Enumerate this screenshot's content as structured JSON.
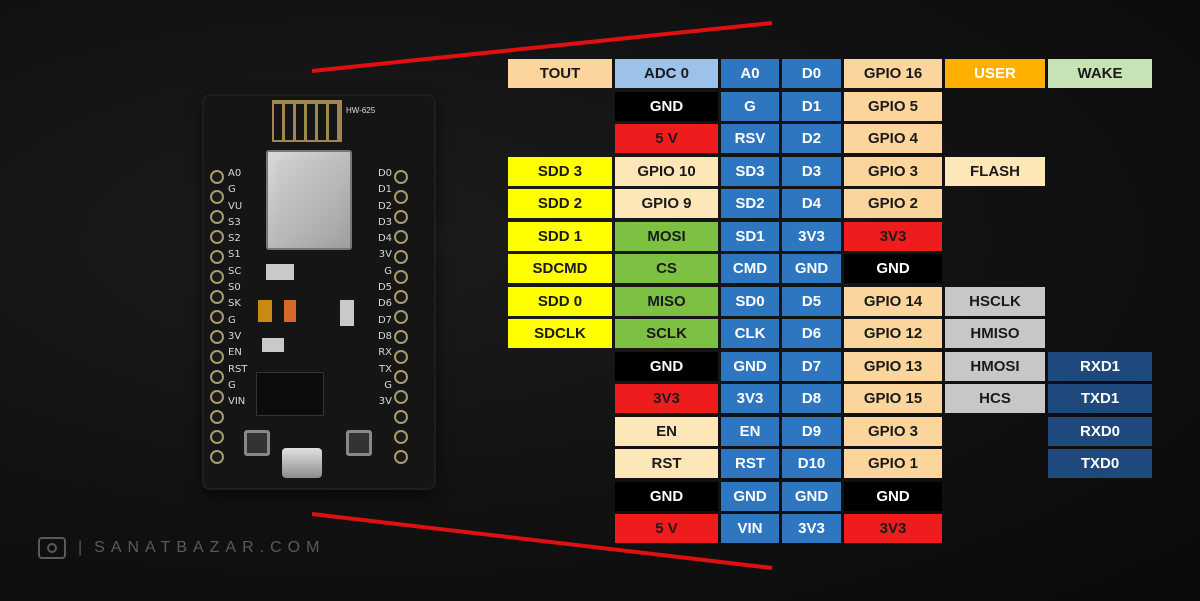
{
  "board": {
    "left_labels": [
      "A0",
      "G",
      "VU",
      "S3",
      "S2",
      "S1",
      "SC",
      "S0",
      "SK",
      "G",
      "3V",
      "EN",
      "RST",
      "G",
      "VIN"
    ],
    "right_labels": [
      "D0",
      "D1",
      "D2",
      "D3",
      "D4",
      "3V",
      "G",
      "D5",
      "D6",
      "D7",
      "D8",
      "RX",
      "TX",
      "G",
      "3V"
    ],
    "brand": "HW-625"
  },
  "colors": {
    "peach": "#fbd59b",
    "cream": "#fde6b8",
    "light_blue": "#9dc2ea",
    "blue": "#2e77c0",
    "black": "#000000",
    "red": "#ee1c1c",
    "yellow": "#ffff00",
    "green": "#7dc143",
    "orange": "#ffb000",
    "mint": "#c7e3b5",
    "grey": "#c7c7c7",
    "navy": "#1f497d",
    "zoom_line": "#e01010"
  },
  "pinout": {
    "rows": [
      {
        "extra_left": "TOUT",
        "func": "ADC 0",
        "label": "A0",
        "dpin": "D0",
        "gpio": "GPIO 16",
        "alt1": "USER",
        "alt2": "WAKE"
      },
      {
        "extra_left": "",
        "func": "GND",
        "label": "G",
        "dpin": "D1",
        "gpio": "GPIO 5",
        "alt1": "",
        "alt2": ""
      },
      {
        "extra_left": "",
        "func": "5 V",
        "label": "RSV",
        "dpin": "D2",
        "gpio": "GPIO 4",
        "alt1": "",
        "alt2": ""
      },
      {
        "extra_left": "SDD 3",
        "func": "GPIO 10",
        "label": "SD3",
        "dpin": "D3",
        "gpio": "GPIO 3",
        "alt1": "FLASH",
        "alt2": ""
      },
      {
        "extra_left": "SDD 2",
        "func": "GPIO 9",
        "label": "SD2",
        "dpin": "D4",
        "gpio": "GPIO 2",
        "alt1": "",
        "alt2": ""
      },
      {
        "extra_left": "SDD 1",
        "func": "MOSI",
        "label": "SD1",
        "dpin": "3V3",
        "gpio": "3V3",
        "alt1": "",
        "alt2": ""
      },
      {
        "extra_left": "SDCMD",
        "func": "CS",
        "label": "CMD",
        "dpin": "GND",
        "gpio": "GND",
        "alt1": "",
        "alt2": ""
      },
      {
        "extra_left": "SDD 0",
        "func": "MISO",
        "label": "SD0",
        "dpin": "D5",
        "gpio": "GPIO 14",
        "alt1": "HSCLK",
        "alt2": ""
      },
      {
        "extra_left": "SDCLK",
        "func": "SCLK",
        "label": "CLK",
        "dpin": "D6",
        "gpio": "GPIO 12",
        "alt1": "HMISO",
        "alt2": ""
      },
      {
        "extra_left": "",
        "func": "GND",
        "label": "GND",
        "dpin": "D7",
        "gpio": "GPIO 13",
        "alt1": "HMOSI",
        "alt2": "RXD1"
      },
      {
        "extra_left": "",
        "func": "3V3",
        "label": "3V3",
        "dpin": "D8",
        "gpio": "GPIO 15",
        "alt1": "HCS",
        "alt2": "TXD1"
      },
      {
        "extra_left": "",
        "func": "EN",
        "label": "EN",
        "dpin": "D9",
        "gpio": "GPIO 3",
        "alt1": "",
        "alt2": "RXD0"
      },
      {
        "extra_left": "",
        "func": "RST",
        "label": "RST",
        "dpin": "D10",
        "gpio": "GPIO 1",
        "alt1": "",
        "alt2": "TXD0"
      },
      {
        "extra_left": "",
        "func": "GND",
        "label": "GND",
        "dpin": "GND",
        "gpio": "GND",
        "alt1": "",
        "alt2": ""
      },
      {
        "extra_left": "",
        "func": "5 V",
        "label": "VIN",
        "dpin": "3V3",
        "gpio": "3V3",
        "alt1": "",
        "alt2": ""
      }
    ]
  },
  "watermark": {
    "separator": "|",
    "text": "SANATBAZAR.COM"
  }
}
